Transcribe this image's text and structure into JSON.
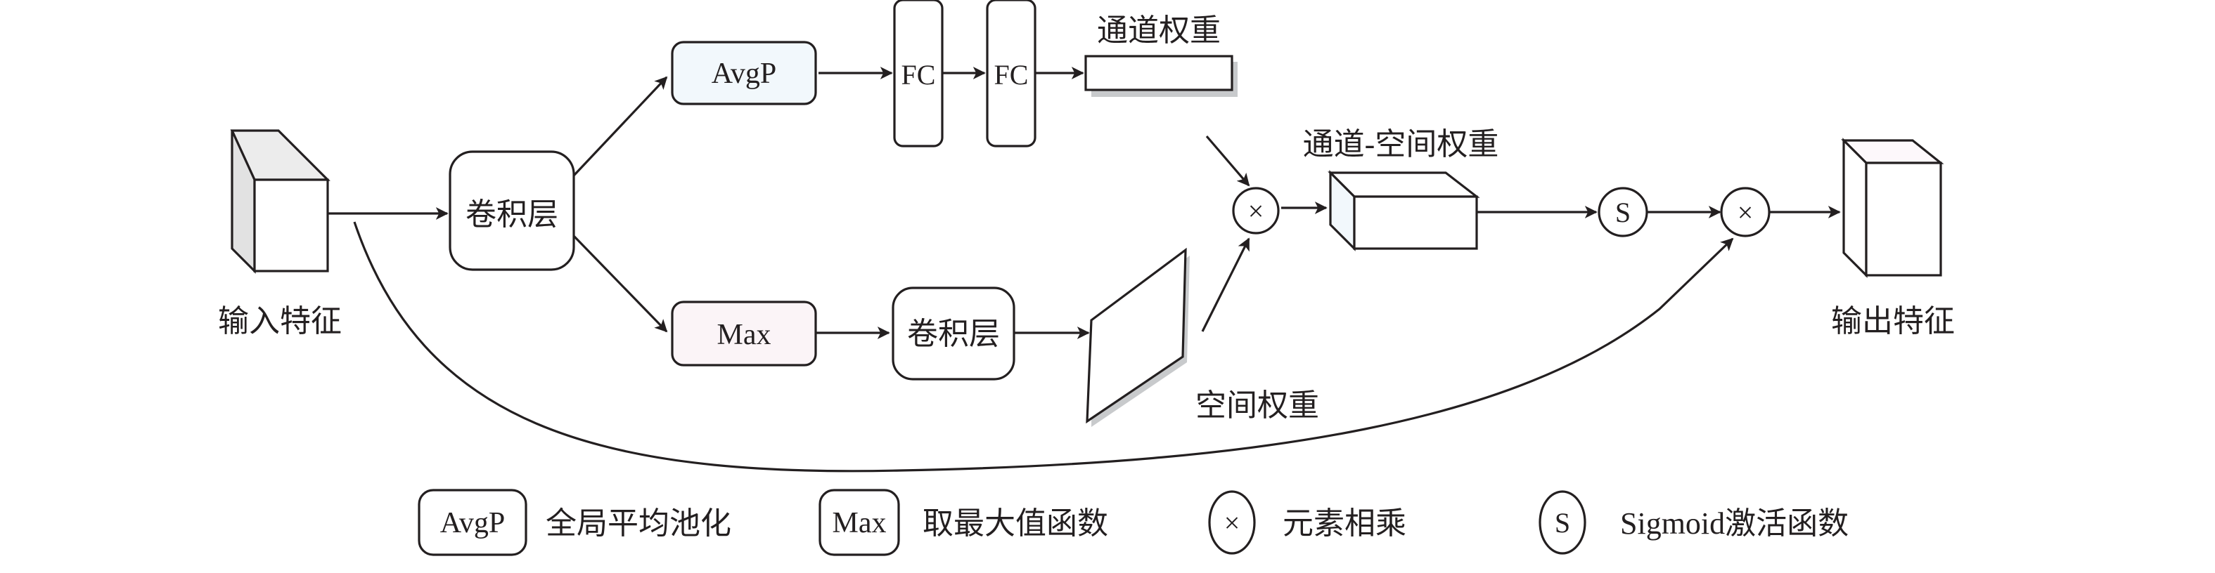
{
  "diagram": {
    "input_label": "输入特征",
    "output_label": "输出特征",
    "conv1_label": "卷积层",
    "conv2_label": "卷积层",
    "avgp_label": "AvgP",
    "max_label": "Max",
    "fc1_label": "FC",
    "fc2_label": "FC",
    "channel_weight_label": "通道权重",
    "spatial_weight_label": "空间权重",
    "channel_spatial_weight_label": "通道-空间权重",
    "multiply1_symbol": "×",
    "sigmoid_symbol": "S",
    "multiply2_symbol": "×"
  },
  "legend": [
    {
      "symbol": "AvgP",
      "label": "全局平均池化"
    },
    {
      "symbol": "Max",
      "label": "取最大值函数"
    },
    {
      "symbol": "×",
      "label": "元素相乘"
    },
    {
      "symbol": "S",
      "label": "Sigmoid激活函数"
    }
  ],
  "colors": {
    "line": "#231f20",
    "avgp_fill": "#f2f8fc",
    "max_fill": "#fbf4f7",
    "cube_side": "#e2e2e2",
    "cube_top": "#ececec",
    "shadow": "#c8cacc"
  }
}
